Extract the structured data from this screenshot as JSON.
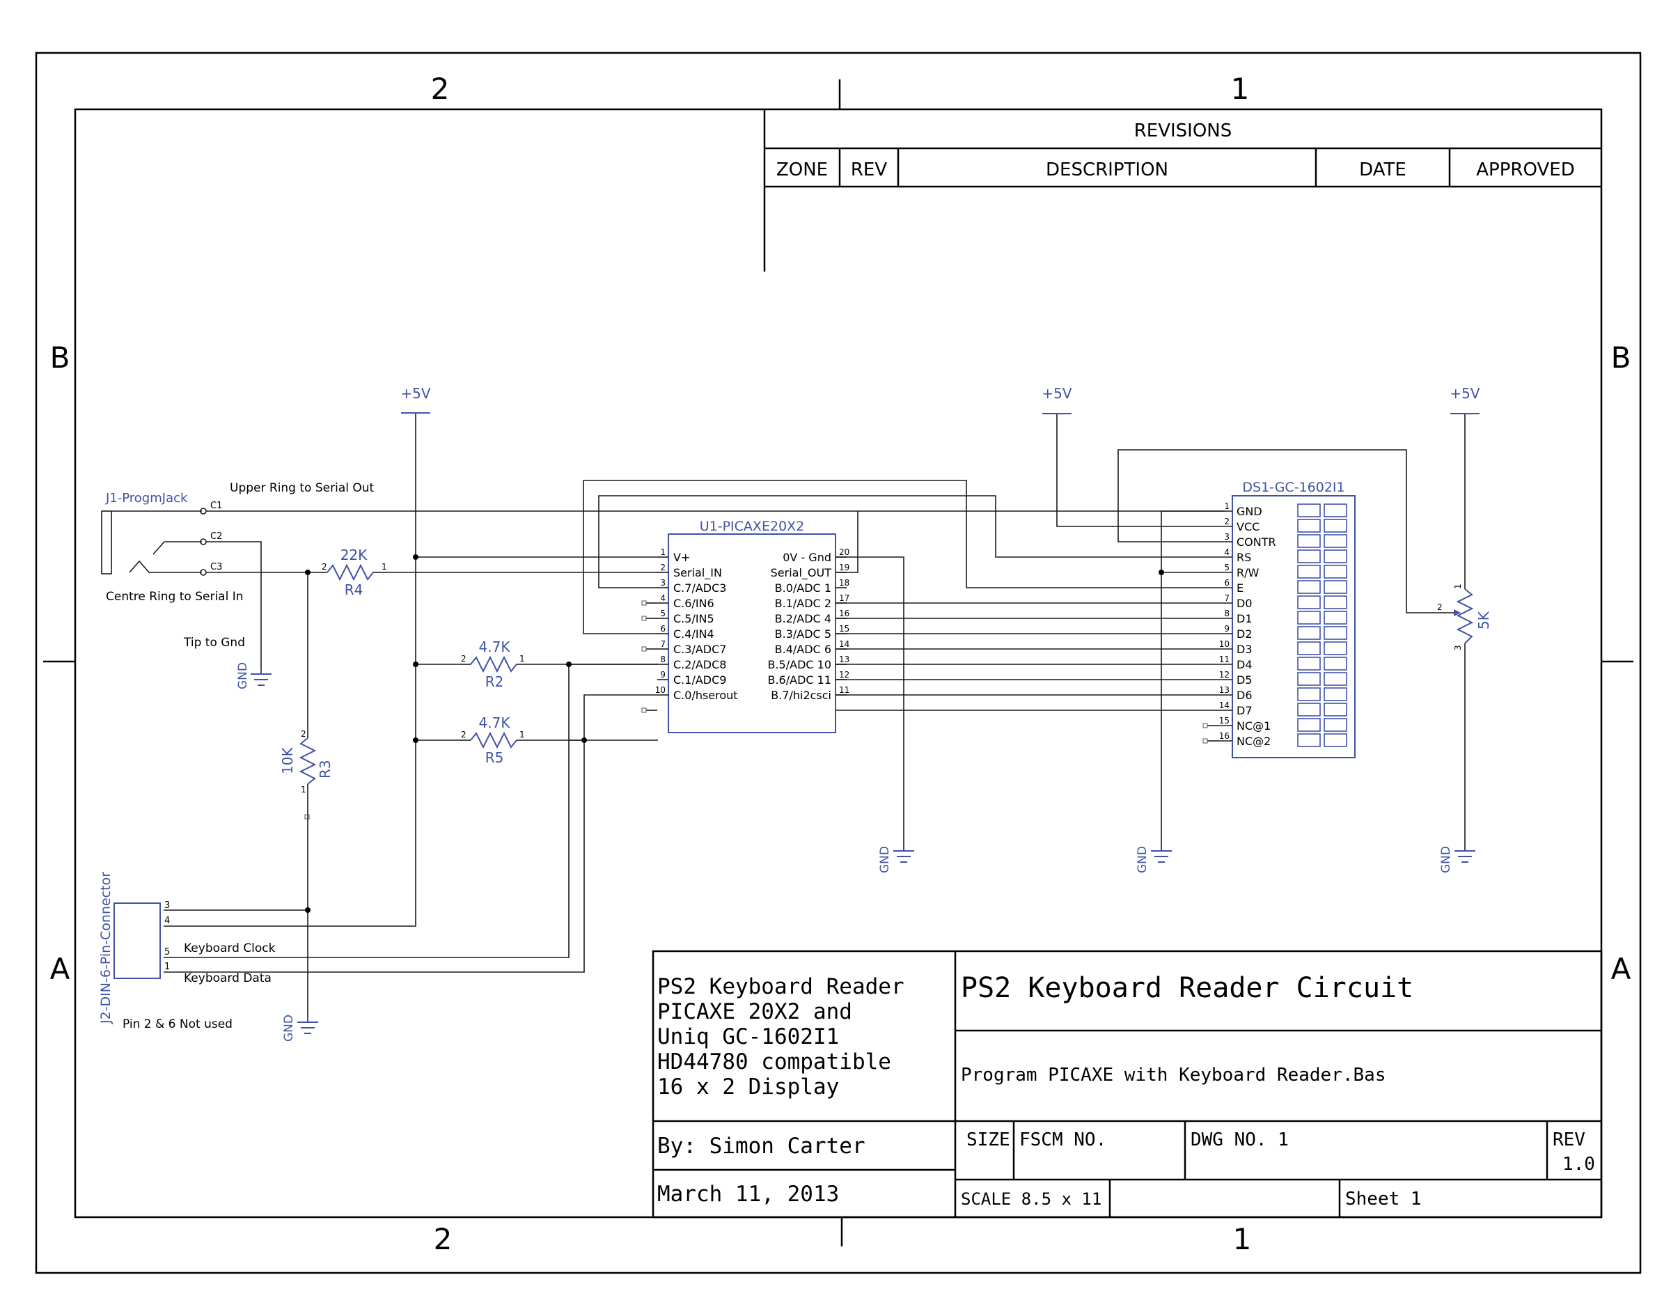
{
  "zones": {
    "top": [
      "2",
      "1"
    ],
    "bottom": [
      "2",
      "1"
    ],
    "left": [
      "B",
      "A"
    ],
    "right": [
      "B",
      "A"
    ]
  },
  "revisions": {
    "title": "REVISIONS",
    "columns": [
      "ZONE",
      "REV",
      "DESCRIPTION",
      "DATE",
      "APPROVED"
    ]
  },
  "power": {
    "label": "+5V",
    "ground": "GND"
  },
  "j1": {
    "name": "J1-ProgmJack",
    "pins": [
      "C1",
      "C2",
      "C3"
    ],
    "notes": [
      "Upper Ring to Serial Out",
      "Centre Ring to Serial In",
      "Tip to Gnd"
    ]
  },
  "resistors": [
    {
      "ref": "R4",
      "value": "22K"
    },
    {
      "ref": "R2",
      "value": "4.7K"
    },
    {
      "ref": "R5",
      "value": "4.7K"
    },
    {
      "ref": "R3",
      "value": "10K"
    }
  ],
  "u1": {
    "name": "U1-PICAXE20X2",
    "left_pins": [
      {
        "num": "1",
        "label": "V+"
      },
      {
        "num": "2",
        "label": "Serial_IN"
      },
      {
        "num": "3",
        "label": "C.7/ADC3"
      },
      {
        "num": "4",
        "label": "C.6/IN6"
      },
      {
        "num": "5",
        "label": "C.5/IN5"
      },
      {
        "num": "6",
        "label": "C.4/IN4"
      },
      {
        "num": "7",
        "label": "C.3/ADC7"
      },
      {
        "num": "8",
        "label": "C.2/ADC8"
      },
      {
        "num": "9",
        "label": "C.1/ADC9"
      },
      {
        "num": "10",
        "label": "C.0/hserout"
      }
    ],
    "right_pins": [
      {
        "num": "20",
        "label": "0V - Gnd"
      },
      {
        "num": "19",
        "label": "Serial_OUT"
      },
      {
        "num": "18",
        "label": "B.0/ADC 1"
      },
      {
        "num": "17",
        "label": "B.1/ADC 2"
      },
      {
        "num": "16",
        "label": "B.2/ADC 4"
      },
      {
        "num": "15",
        "label": "B.3/ADC 5"
      },
      {
        "num": "14",
        "label": "B.4/ADC 6"
      },
      {
        "num": "13",
        "label": "B.5/ADC 10"
      },
      {
        "num": "12",
        "label": "B.6/ADC 11"
      },
      {
        "num": "11",
        "label": "B.7/hi2csci"
      }
    ]
  },
  "ds1": {
    "name": "DS1-GC-1602I1",
    "pins": [
      {
        "num": "1",
        "label": "GND"
      },
      {
        "num": "2",
        "label": "VCC"
      },
      {
        "num": "3",
        "label": "CONTR"
      },
      {
        "num": "4",
        "label": "RS"
      },
      {
        "num": "5",
        "label": "R/W"
      },
      {
        "num": "6",
        "label": "E"
      },
      {
        "num": "7",
        "label": "D0"
      },
      {
        "num": "8",
        "label": "D1"
      },
      {
        "num": "9",
        "label": "D2"
      },
      {
        "num": "10",
        "label": "D3"
      },
      {
        "num": "11",
        "label": "D4"
      },
      {
        "num": "12",
        "label": "D5"
      },
      {
        "num": "13",
        "label": "D6"
      },
      {
        "num": "14",
        "label": "D7"
      },
      {
        "num": "15",
        "label": "NC@1"
      },
      {
        "num": "16",
        "label": "NC@2"
      }
    ]
  },
  "pot": {
    "value": "5K",
    "pins": [
      "1",
      "2",
      "3"
    ]
  },
  "j2": {
    "name": "J2-DIN-6-Pin-Connector",
    "pins": [
      "3",
      "4",
      "5",
      "1"
    ],
    "notes": [
      "Keyboard Clock",
      "Keyboard Data",
      "Pin 2 & 6 Not used"
    ]
  },
  "title_block": {
    "description": [
      "PS2 Keyboard Reader",
      "PICAXE 20X2 and",
      "Uniq GC-1602I1",
      "HD44780 compatible",
      "16 x 2 Display"
    ],
    "title": "PS2 Keyboard Reader Circuit",
    "subtitle": "Program PICAXE with Keyboard Reader.Bas",
    "author": "By: Simon Carter",
    "date": "March 11, 2013",
    "size_label": "SIZE",
    "fscm_label": "FSCM NO.",
    "dwg_label": "DWG NO. 1",
    "rev_label": "REV",
    "rev_value": "1.0",
    "scale": "SCALE 8.5 x 11",
    "sheet": "Sheet 1"
  }
}
